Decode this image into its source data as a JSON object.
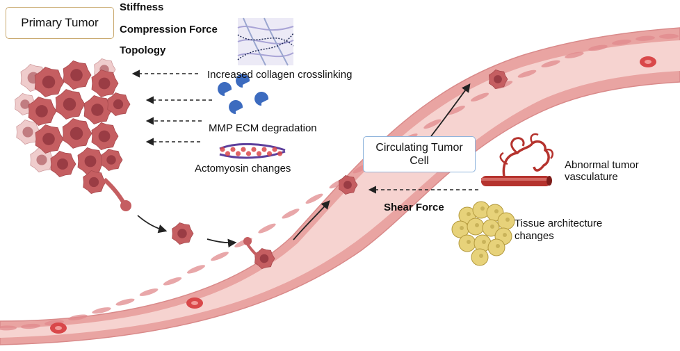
{
  "labels": {
    "primary_tumor": "Primary Tumor",
    "stiffness": "Stiffness",
    "compression_force": "Compression Force",
    "topology": "Topology",
    "collagen": "Increased collagen crosslinking",
    "mmp": "MMP ECM degradation",
    "actomyosin": "Actomyosin changes",
    "ctc_line1": "Circulating Tumor",
    "ctc_line2": "Cell",
    "abnormal_line1": "Abnormal tumor",
    "abnormal_line2": "vasculature",
    "shear_force": "Shear Force",
    "tissue_line1": "Tissue architecture",
    "tissue_line2": "changes"
  },
  "colors": {
    "vessel_outer": "#e9a4a2",
    "vessel_inner": "#f6d3d0",
    "cell": "#c55e61",
    "cell_light": "#e3a3a3",
    "nucleus": "#9a3c44",
    "mmp": "#3c6bbf",
    "collagen": "#a9a4d6",
    "artery": "#b5332e",
    "tissue": "#e7d27a",
    "arrow": "#222222"
  },
  "icons": [
    "collagen-mesh-icon",
    "mmp-enzyme-icon",
    "actomyosin-fiber-icon",
    "tumor-vasculature-icon",
    "tissue-cells-icon"
  ]
}
